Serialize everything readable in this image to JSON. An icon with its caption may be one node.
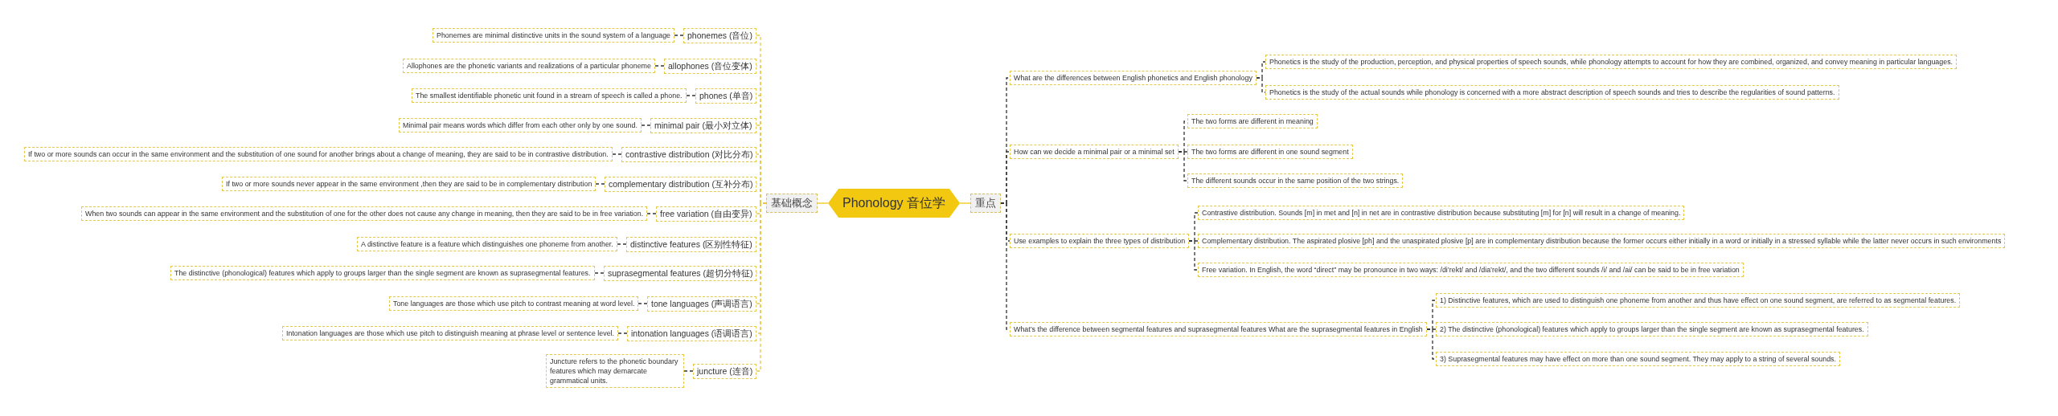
{
  "diagram": {
    "nodes": [
      {
        "text": [
          "Phonology 音位学"
        ]
      },
      {
        "text": [
          "基础概念"
        ]
      },
      {
        "text": [
          "phonemes (音位)"
        ]
      },
      {
        "text": [
          "Phonemes are minimal distinctive units in the sound system of a language"
        ]
      },
      {
        "text": [
          "allophones (音位变体)"
        ]
      },
      {
        "text": [
          "Allophones are the phonetic variants and realizations of a particular phoneme"
        ]
      },
      {
        "text": [
          "phones (单音)"
        ]
      },
      {
        "text": [
          "The smallest identifiable phonetic unit found in a stream of speech is called a phone."
        ]
      },
      {
        "text": [
          "minimal pair (最小对立体)"
        ]
      },
      {
        "text": [
          "Minimal pair means words which differ from each other only by one sound."
        ]
      },
      {
        "text": [
          "contrastive distribution (对比分布)"
        ]
      },
      {
        "text": [
          "If two or more sounds can occur in the same environment and the substitution of one sound for another brings about a change of meaning, they are said to be in contrastive distribution."
        ]
      },
      {
        "text": [
          "complementary distribution (互补分布)"
        ]
      },
      {
        "text": [
          "If two or more sounds never appear in the same environment ,then they are said to be in complementary distribution"
        ]
      },
      {
        "text": [
          "free variation (自由变异)"
        ]
      },
      {
        "text": [
          "When two sounds can appear in the same environment and the substitution of one for the other does not cause any change in meaning, then they are said to be in free variation."
        ]
      },
      {
        "text": [
          "distinctive features (区别性特征)"
        ]
      },
      {
        "text": [
          "A distinctive feature is a feature which distinguishes one phoneme from another."
        ]
      },
      {
        "text": [
          "suprasegmental features (超切分特征)"
        ]
      },
      {
        "text": [
          "The distinctive (phonological) features which apply to groups larger than the single segment are known as suprasegmental features."
        ]
      },
      {
        "text": [
          "tone languages (声调语言)"
        ]
      },
      {
        "text": [
          "Tone languages are those which use pitch to contrast meaning at word level."
        ]
      },
      {
        "text": [
          "intonation languages (语调语言)"
        ]
      },
      {
        "text": [
          "Intonation languages are those which use pitch to distinguish meaning at phrase level or sentence level."
        ]
      },
      {
        "text": [
          "juncture (连音)"
        ]
      },
      {
        "text": [
          "Juncture refers to the phonetic boundary features which may demarcate grammatical units."
        ]
      },
      {
        "text": [
          "重点"
        ]
      },
      {
        "text": [
          "What are the differences between English phonetics and English phonology"
        ]
      },
      {
        "text": [
          "Phonetics is the study of the production, perception, and physical properties of speech sounds, while phonology attempts to account for how they are combined, organized, and convey meaning in particular languages."
        ]
      },
      {
        "text": [
          "Phonetics is the study of the actual sounds while phonology is concerned with a more abstract description of speech sounds and tries to describe the regularities of sound patterns."
        ]
      },
      {
        "text": [
          "How can we decide a minimal pair or a minimal set"
        ]
      },
      {
        "text": [
          "The two forms are different in meaning"
        ]
      },
      {
        "text": [
          "The two forms are different in one sound segment"
        ]
      },
      {
        "text": [
          "The different sounds occur in the same position of the two strings."
        ]
      },
      {
        "text": [
          "Use examples to explain the three types of distribution"
        ]
      },
      {
        "text": [
          "Contrastive distribution. Sounds [m] in met and [n] in net are in contrastive distribution because substituting [m] for [n] will result in a change of meaning."
        ]
      },
      {
        "text": [
          "Complementary distribution. The aspirated plosive [ph] and the unaspirated plosive [p] are in complementary distribution because the former occurs either initially in a word or initially in a stressed syllable while the latter never occurs in such environments"
        ]
      },
      {
        "text": [
          "Free variation. In English, the word “direct” may be pronounce in two ways: /di’rekt/ and /dia’rekt/, and the two different sounds /i/ and /ai/ can be said to be in free variation"
        ]
      },
      {
        "text": [
          "What’s the difference between segmental features and suprasegmental features What are the suprasegmental features in English"
        ]
      },
      {
        "text": [
          "1) Distinctive features, which are used to distinguish one phoneme from another and thus have effect on one sound segment, are referred to as segmental features."
        ]
      },
      {
        "text": [
          "2) The distinctive (phonological) features which apply to groups larger than the single segment are known as suprasegmental features."
        ]
      },
      {
        "text": [
          "3) Suprasegmental features may have effect on more than one sound segment. They may apply to a string of several sounds."
        ]
      }
    ],
    "edges": [
      {
        "from": 0,
        "to": 1,
        "arrow": "none",
        "color": "#f2c811"
      },
      {
        "from": 0,
        "to": 26,
        "arrow": "none",
        "color": "#f2c811"
      },
      {
        "from": 1,
        "to": 2,
        "arrow": "none",
        "style": "dashed",
        "color": "#e6c84a"
      },
      {
        "from": 1,
        "to": 4,
        "arrow": "none",
        "style": "dashed",
        "color": "#e6c84a"
      },
      {
        "from": 1,
        "to": 6,
        "arrow": "none",
        "style": "dashed",
        "color": "#e6c84a"
      },
      {
        "from": 1,
        "to": 8,
        "arrow": "none",
        "style": "dashed",
        "color": "#e6c84a"
      },
      {
        "from": 1,
        "to": 10,
        "arrow": "none",
        "style": "dashed",
        "color": "#e6c84a"
      },
      {
        "from": 1,
        "to": 12,
        "arrow": "none",
        "style": "dashed",
        "color": "#e6c84a"
      },
      {
        "from": 1,
        "to": 14,
        "arrow": "none",
        "style": "dashed",
        "color": "#e6c84a"
      },
      {
        "from": 1,
        "to": 16,
        "arrow": "none",
        "style": "dashed",
        "color": "#e6c84a"
      },
      {
        "from": 1,
        "to": 18,
        "arrow": "none",
        "style": "dashed",
        "color": "#e6c84a"
      },
      {
        "from": 1,
        "to": 20,
        "arrow": "none",
        "style": "dashed",
        "color": "#e6c84a"
      },
      {
        "from": 1,
        "to": 22,
        "arrow": "none",
        "style": "dashed",
        "color": "#e6c84a"
      },
      {
        "from": 1,
        "to": 24,
        "arrow": "none",
        "style": "dashed",
        "color": "#e6c84a"
      },
      {
        "from": 2,
        "to": 3,
        "arrow": "none",
        "style": "dashed"
      },
      {
        "from": 4,
        "to": 5,
        "arrow": "none",
        "style": "dashed"
      },
      {
        "from": 6,
        "to": 7,
        "arrow": "none",
        "style": "dashed"
      },
      {
        "from": 8,
        "to": 9,
        "arrow": "none",
        "style": "dashed"
      },
      {
        "from": 10,
        "to": 11,
        "arrow": "none",
        "style": "dashed"
      },
      {
        "from": 12,
        "to": 13,
        "arrow": "none",
        "style": "dashed"
      },
      {
        "from": 14,
        "to": 15,
        "arrow": "none",
        "style": "dashed"
      },
      {
        "from": 16,
        "to": 17,
        "arrow": "none",
        "style": "dashed"
      },
      {
        "from": 18,
        "to": 19,
        "arrow": "none",
        "style": "dashed"
      },
      {
        "from": 20,
        "to": 21,
        "arrow": "none",
        "style": "dashed"
      },
      {
        "from": 22,
        "to": 23,
        "arrow": "none",
        "style": "dashed"
      },
      {
        "from": 24,
        "to": 25,
        "arrow": "none",
        "style": "dashed"
      },
      {
        "from": 26,
        "to": 27,
        "arrow": "none",
        "style": "dashed"
      },
      {
        "from": 26,
        "to": 30,
        "arrow": "none",
        "style": "dashed"
      },
      {
        "from": 26,
        "to": 34,
        "arrow": "none",
        "style": "dashed"
      },
      {
        "from": 26,
        "to": 38,
        "arrow": "none",
        "style": "dashed"
      },
      {
        "from": 27,
        "to": 28,
        "arrow": "none",
        "style": "dashed"
      },
      {
        "from": 27,
        "to": 29,
        "arrow": "none",
        "style": "dashed"
      },
      {
        "from": 30,
        "to": 31,
        "arrow": "none",
        "style": "dashed"
      },
      {
        "from": 30,
        "to": 32,
        "arrow": "none",
        "style": "dashed"
      },
      {
        "from": 30,
        "to": 33,
        "arrow": "none",
        "style": "dashed"
      },
      {
        "from": 34,
        "to": 35,
        "arrow": "none",
        "style": "dashed"
      },
      {
        "from": 34,
        "to": 36,
        "arrow": "none",
        "style": "dashed"
      },
      {
        "from": 34,
        "to": 37,
        "arrow": "none",
        "style": "dashed"
      },
      {
        "from": 38,
        "to": 39,
        "arrow": "none",
        "style": "dashed"
      },
      {
        "from": 38,
        "to": 40,
        "arrow": "none",
        "style": "dashed"
      },
      {
        "from": 38,
        "to": 41,
        "arrow": "none",
        "style": "dashed"
      }
    ]
  }
}
